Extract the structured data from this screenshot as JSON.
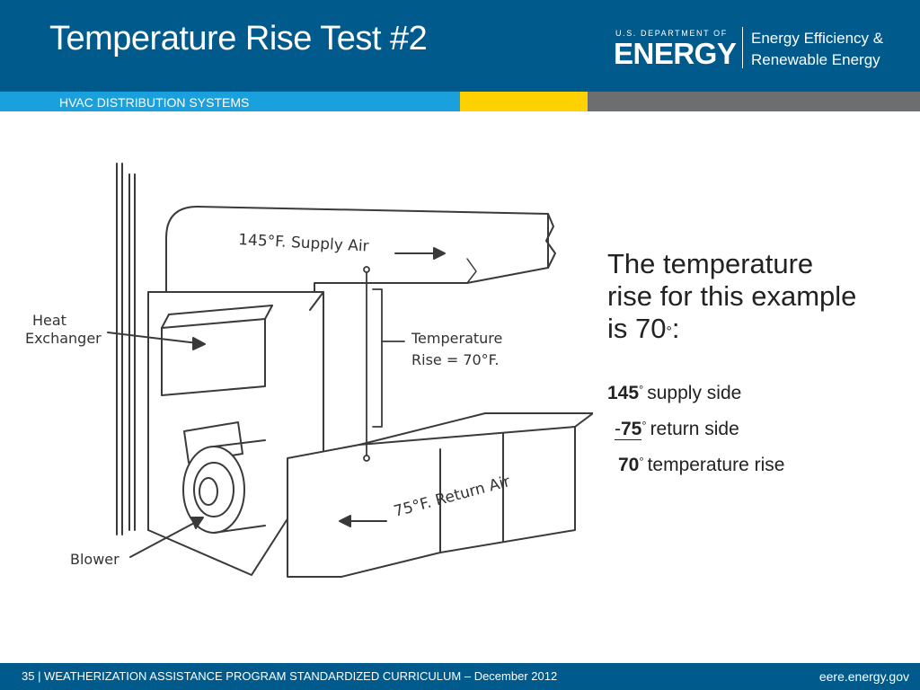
{
  "slide": {
    "title": "Temperature Rise Test #2",
    "section": "HVAC DISTRIBUTION SYSTEMS"
  },
  "logo": {
    "dept_line": "U.S. DEPARTMENT OF",
    "dept_name": "ENERGY",
    "office_line1": "Energy Efficiency &",
    "office_line2": "Renewable Energy"
  },
  "diagram": {
    "supply_label": "145°F. Supply Air",
    "heat_exchanger_line1": "Heat",
    "heat_exchanger_line2": "Exchanger",
    "rise_line1": "Temperature",
    "rise_line2": "Rise = 70°F.",
    "return_label": "75°F. Return Air",
    "blower_label": "Blower"
  },
  "content": {
    "intro_line1": "The temperature",
    "intro_line2": "rise for this example",
    "intro_line3_prefix": "is 70",
    "intro_degree": "°",
    "intro_line3_suffix": ":",
    "calc": [
      {
        "prefix": "",
        "value": "145",
        "degree": "°",
        "label": "supply side"
      },
      {
        "prefix": "-",
        "value": "75",
        "degree": "°",
        "label": "return side"
      },
      {
        "prefix": "",
        "value": "70",
        "degree": "°",
        "label": "temperature rise"
      }
    ]
  },
  "footer": {
    "left": "35 | WEATHERIZATION ASSISTANCE PROGRAM STANDARDIZED CURRICULUM – December 2012",
    "right": "eere.energy.gov"
  },
  "colors": {
    "header_blue": "#005a8c",
    "band_light_blue": "#1aa0dc",
    "band_yellow": "#ffd100",
    "band_gray": "#6d6e70"
  }
}
